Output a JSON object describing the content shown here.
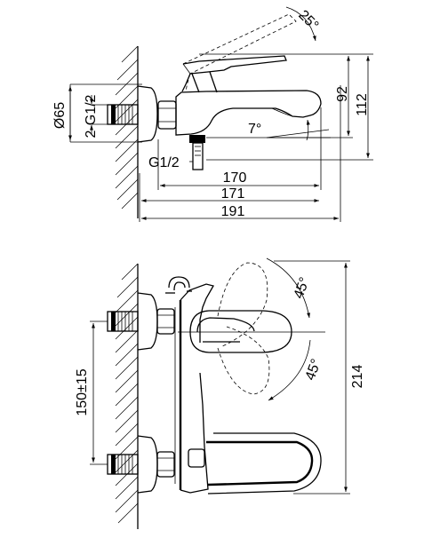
{
  "side_view": {
    "angle_lever": "25°",
    "angle_spout": "7°",
    "diameter": "Ø65",
    "thread_wall": "2-G1/2",
    "thread_outlet": "G1/2",
    "dim_170": "170",
    "dim_171": "171",
    "dim_191": "191",
    "dim_92": "92",
    "dim_112": "112"
  },
  "front_view": {
    "angle_top": "45°",
    "angle_bottom": "45°",
    "dim_spacing": "150±15",
    "dim_height": "214"
  }
}
